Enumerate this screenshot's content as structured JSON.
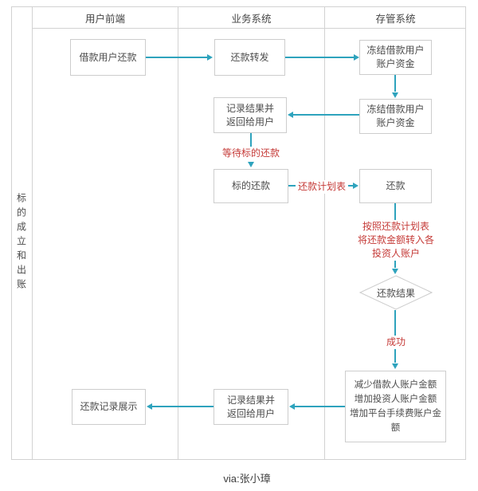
{
  "page": {
    "caption": "via:张小璋"
  },
  "swimlane": {
    "sidebar_label": "标的成立和出账",
    "lane_headers": [
      "用户前端",
      "业务系统",
      "存管系统"
    ]
  },
  "nodes": {
    "borrower_repayment": "借款用户还款",
    "repayment_forward": "还款转发",
    "freeze_funds_top": "冻结借款用户\n账户资金",
    "freeze_funds_second": "冻结借款用户\n账户资金",
    "record_result_top": "记录结果并\n返回给用户",
    "bid_repayment": "标的还款",
    "repayment": "还款",
    "repayment_result": "还款结果",
    "adjust_accounts": "减少借款人账户金额\n增加投资人账户金额\n增加平台手续费账户金额",
    "record_result_bottom": "记录结果并\n返回给用户",
    "repayment_record_display": "还款记录展示"
  },
  "edge_labels": {
    "wait_bid_repayment": "等待标的还款",
    "repayment_schedule": "还款计划表",
    "transfer_per_schedule": "按照还款计划表\n将还款金额转入各\n投资人账户",
    "success": "成功"
  },
  "colors": {
    "arrow": "#2ea3bd",
    "highlight_red": "#c53b38",
    "grid_line": "#d2d2d2",
    "node_border": "#cdcdcd",
    "node_text": "#4c4c4c"
  }
}
